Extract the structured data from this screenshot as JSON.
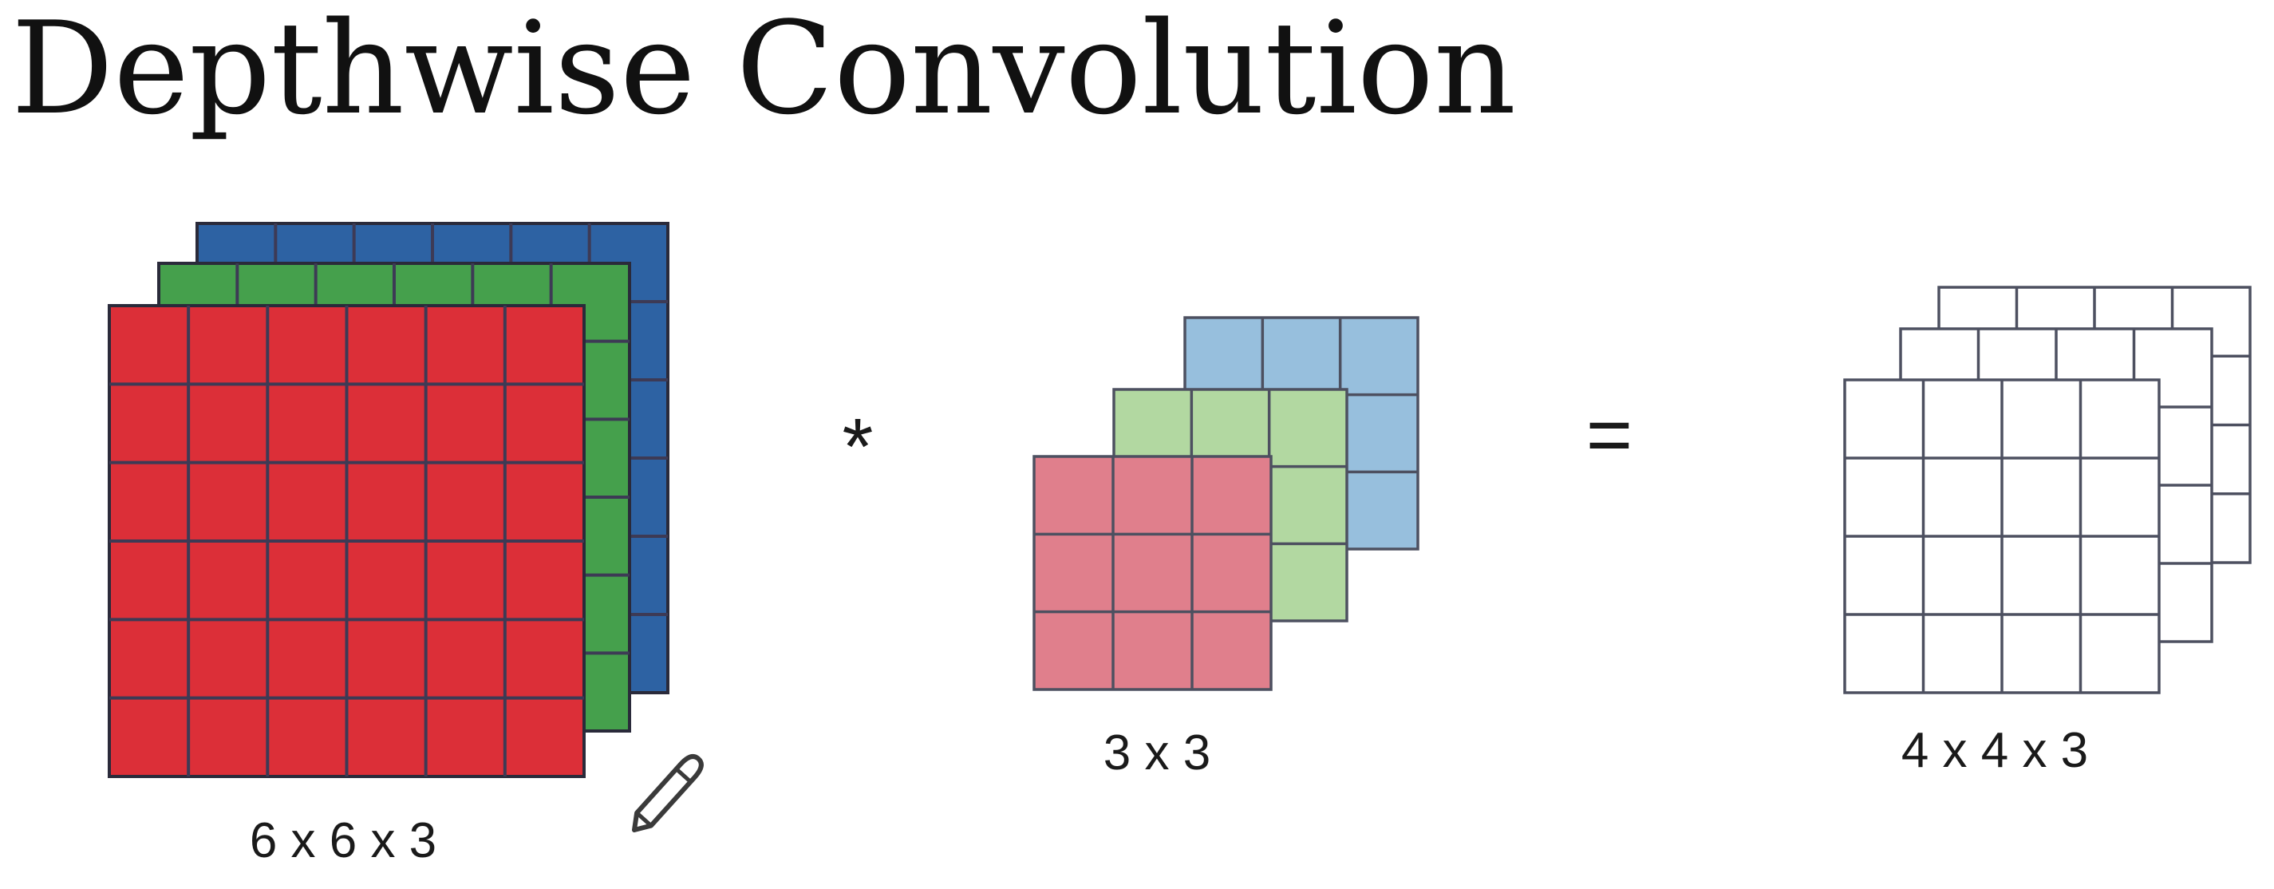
{
  "title": "Depthwise Convolution",
  "input_volume": {
    "label": "6 x 6 x 3",
    "grid_size": 6,
    "channels": 3,
    "channel_colors": [
      "#2d62a3",
      "#45a04c",
      "#dc2f38"
    ]
  },
  "operator_convolve": "*",
  "filter": {
    "label": "3 x 3",
    "grid_size": 3,
    "channels": 3,
    "channel_colors": [
      "#97bfdd",
      "#b2d8a1",
      "#e07f8c"
    ]
  },
  "operator_equals": "=",
  "output_volume": {
    "label": "4 x 4 x 3",
    "grid_size": 4,
    "channels": 3,
    "channel_colors": [
      "#ffffff",
      "#ffffff",
      "#ffffff"
    ]
  },
  "annotation_icon": "pencil-icon"
}
